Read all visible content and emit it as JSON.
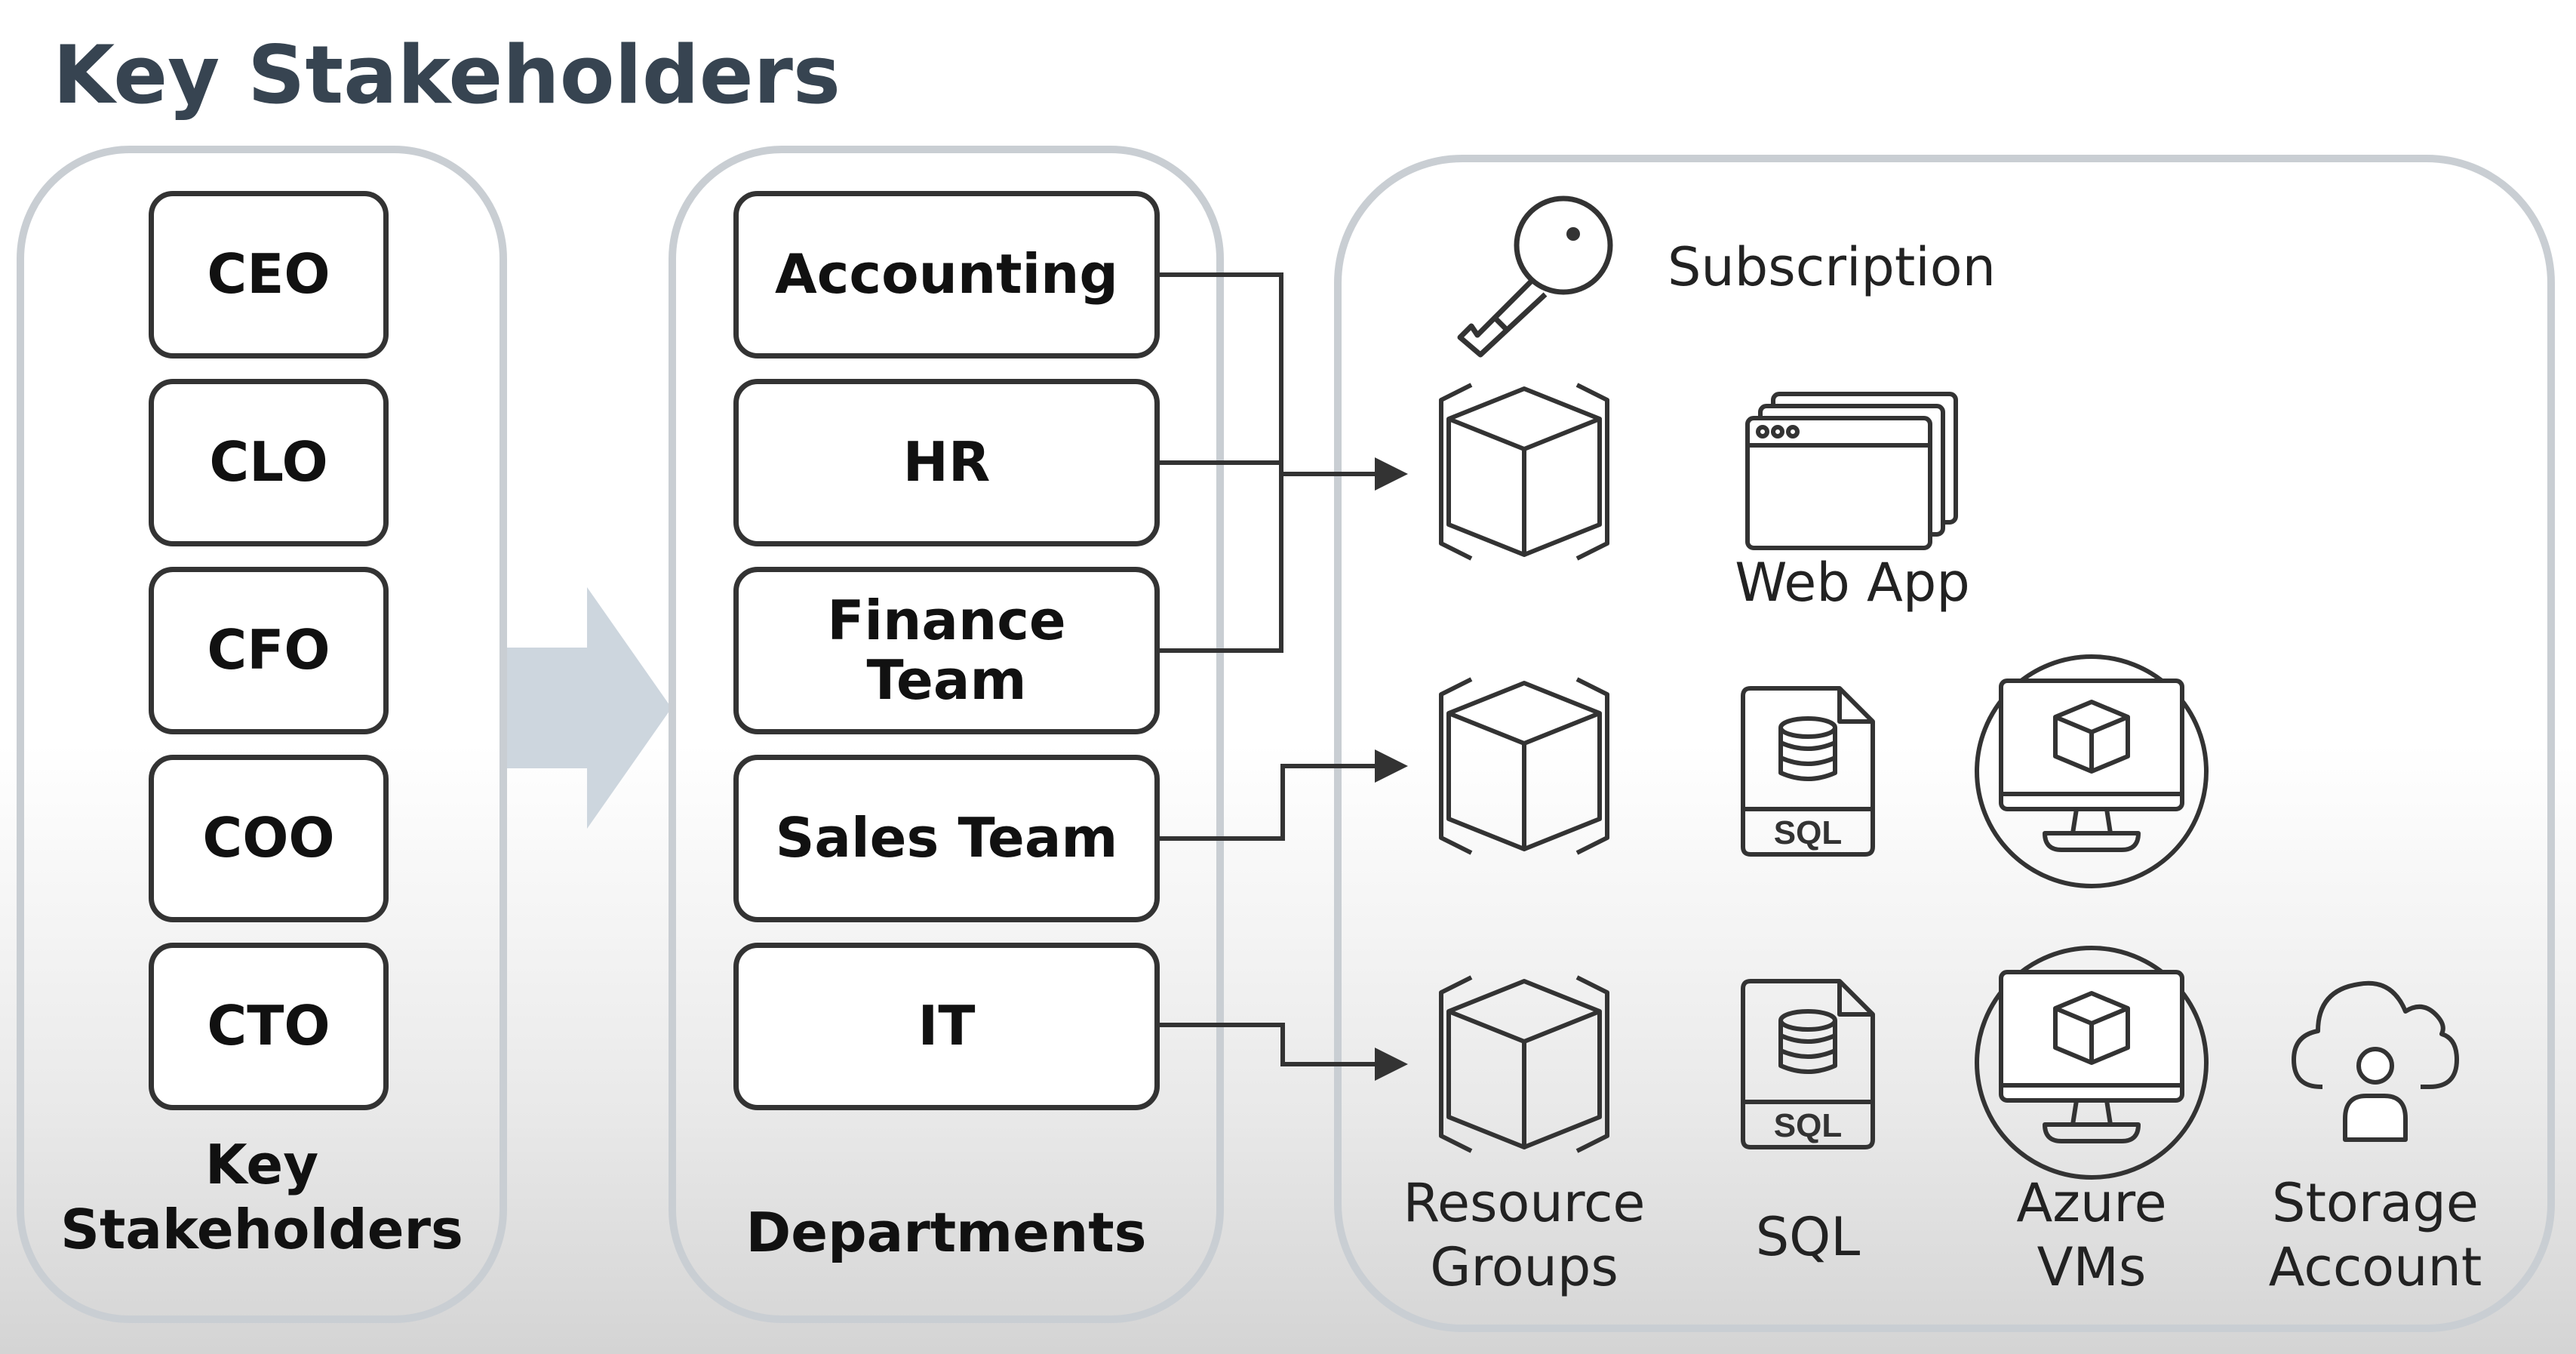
{
  "title": "Key Stakeholders",
  "stakeholders": {
    "roles": [
      "CEO",
      "CLO",
      "CFO",
      "COO",
      "CTO"
    ],
    "caption": [
      "Key",
      "Stakeholders"
    ]
  },
  "departments": {
    "items": [
      "Accounting",
      "HR",
      "Finance Team",
      "Sales Team",
      "IT"
    ],
    "caption": "Departments"
  },
  "subscription": {
    "label": "Subscription",
    "web_app_label": "Web App",
    "resource_groups_label": [
      "Resource",
      "Groups"
    ],
    "sql_label": "SQL",
    "azure_vms_label": [
      "Azure",
      "VMs"
    ],
    "storage_label": [
      "Storage",
      "Account"
    ],
    "sql_icon_text": "SQL",
    "icons": [
      "key-icon",
      "resource-group-icon",
      "web-app-icon",
      "sql-database-icon",
      "azure-vm-icon",
      "storage-account-icon"
    ]
  },
  "colors": {
    "panel_border": "#c9ced3",
    "arrow": "#cdd6de",
    "line": "#333333",
    "title": "#374451"
  }
}
